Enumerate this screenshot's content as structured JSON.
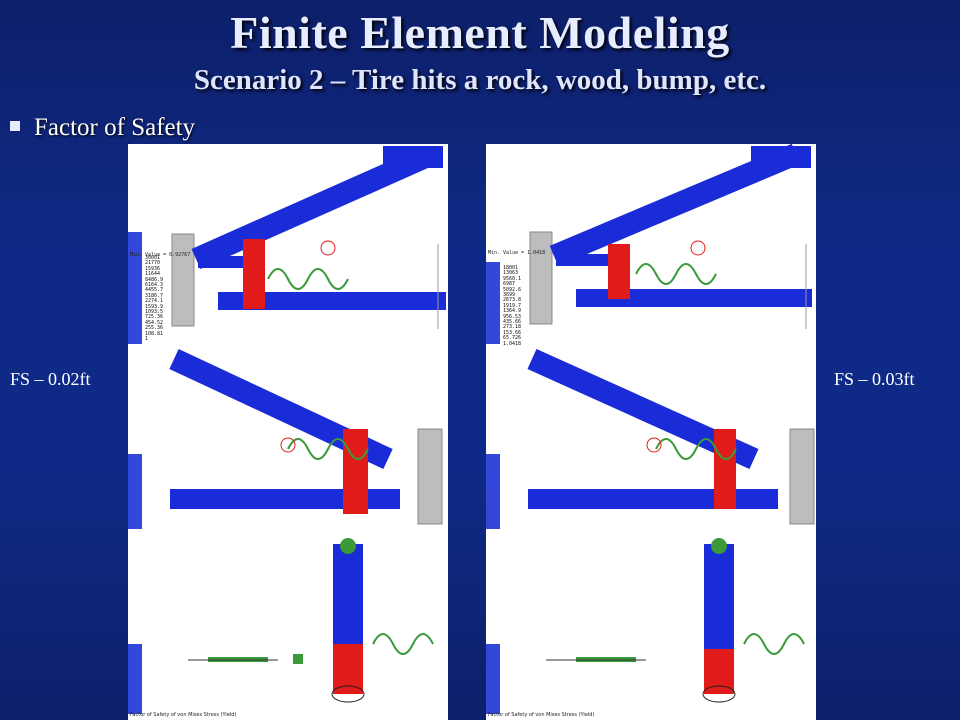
{
  "slide": {
    "title": "Finite Element Modeling",
    "subtitle": "Scenario 2 – Tire hits a rock, wood, bump, etc.",
    "bullet": "Factor of Safety",
    "fs_left": "FS – 0.02ft",
    "fs_right": "FS – 0.03ft"
  },
  "panels": [
    {
      "name": "left",
      "min_value": "Min. Value = 0.92767",
      "legend": [
        "30001",
        "21770",
        "15936",
        "11644",
        "8486.9",
        "6164.3",
        "4455.7",
        "3186.7",
        "2274.1",
        "1593.9",
        "1093.5",
        "725.36",
        "454.52",
        "255.36",
        "108.81",
        "1"
      ],
      "footer": "Factor of Safety of von Mises Stress (Yield)"
    },
    {
      "name": "right",
      "min_value": "Min. Value = 1.0418",
      "legend": [
        "18001",
        "13063",
        "9560.1",
        "6987",
        "5092.6",
        "3699",
        "2673.8",
        "1919.7",
        "1364.9",
        "956.53",
        "435.66",
        "273.18",
        "153.66",
        "65.726",
        "1.0418"
      ],
      "footer": "Factor of Safety of von Mises Stress (Yield)"
    }
  ],
  "colors": {
    "mesh": "#1a2bd8",
    "stress": "#e11a1a",
    "wheel": "#b9b9b9",
    "spring": "#3a9a3a"
  }
}
